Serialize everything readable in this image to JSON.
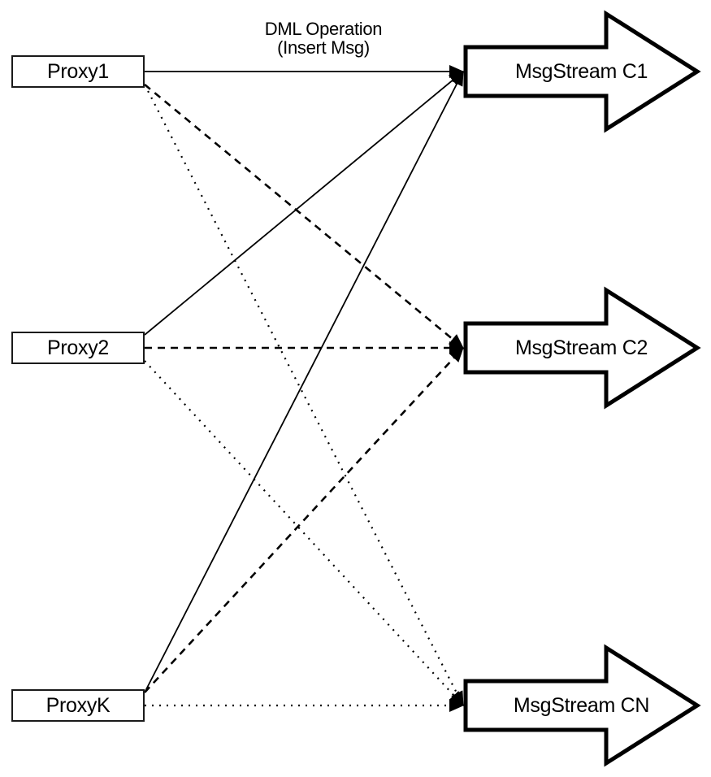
{
  "diagram": {
    "title_line1": "DML Operation",
    "title_line2": "(Insert Msg)",
    "colors": {
      "stroke": "#000000",
      "background": "#ffffff",
      "shape_fill": "#ffffff"
    },
    "proxies": [
      {
        "label": "Proxy1"
      },
      {
        "label": "Proxy2"
      },
      {
        "label": "ProxyK"
      }
    ],
    "streams": [
      {
        "label": "MsgStream C1"
      },
      {
        "label": "MsgStream C2"
      },
      {
        "label": "MsgStream CN"
      }
    ],
    "edges": [
      {
        "from": "Proxy1",
        "to": "MsgStream C1",
        "style": "solid"
      },
      {
        "from": "Proxy1",
        "to": "MsgStream C2",
        "style": "dashed"
      },
      {
        "from": "Proxy1",
        "to": "MsgStream CN",
        "style": "dotted"
      },
      {
        "from": "Proxy2",
        "to": "MsgStream C1",
        "style": "solid"
      },
      {
        "from": "Proxy2",
        "to": "MsgStream C2",
        "style": "dashed"
      },
      {
        "from": "Proxy2",
        "to": "MsgStream CN",
        "style": "dotted"
      },
      {
        "from": "ProxyK",
        "to": "MsgStream C1",
        "style": "solid"
      },
      {
        "from": "ProxyK",
        "to": "MsgStream C2",
        "style": "dashed"
      },
      {
        "from": "ProxyK",
        "to": "MsgStream CN",
        "style": "dotted"
      }
    ]
  }
}
